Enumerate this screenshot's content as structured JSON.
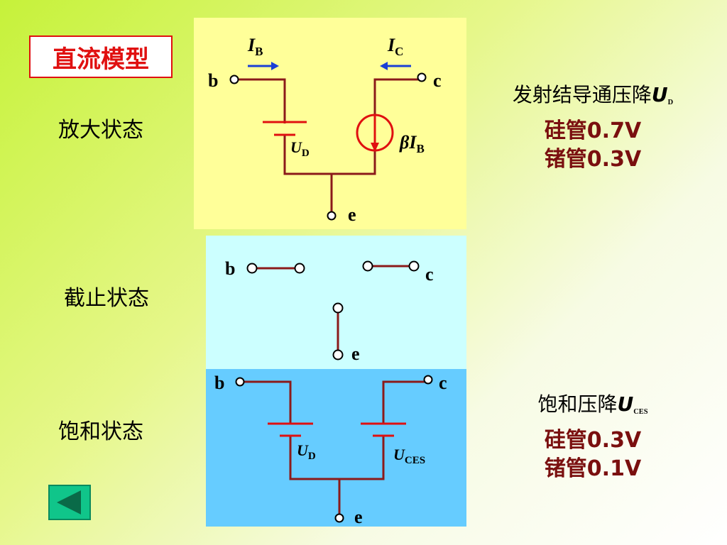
{
  "title": "直流模型",
  "states": {
    "active": "放大状态",
    "cutoff": "截止状态",
    "saturation": "饱和状态"
  },
  "terminals": {
    "b": "b",
    "c": "c",
    "e": "e"
  },
  "symbols": {
    "I": "I",
    "U": "U",
    "beta": "β",
    "B": "B",
    "C": "C",
    "D": "D",
    "CES": "CES"
  },
  "active_note": {
    "heading": "发射结导通压降",
    "silicon": "硅管0.7V",
    "germanium": "锗管0.3V"
  },
  "saturation_note": {
    "heading": "饱和压降",
    "silicon": "硅管0.3V",
    "germanium": "锗管0.1V"
  },
  "colors": {
    "panel_active": "#ffff99",
    "panel_cutoff": "#ccffff",
    "panel_saturation": "#66ccff",
    "wire": "#8b1a1a",
    "battery_long": "#e01010",
    "current_arrow": "#1a3fd6",
    "value_text": "#7a0f0f",
    "title_red": "#e01010",
    "nav_button": "#10c58a"
  },
  "icons": {
    "nav": "back-triangle-icon"
  }
}
